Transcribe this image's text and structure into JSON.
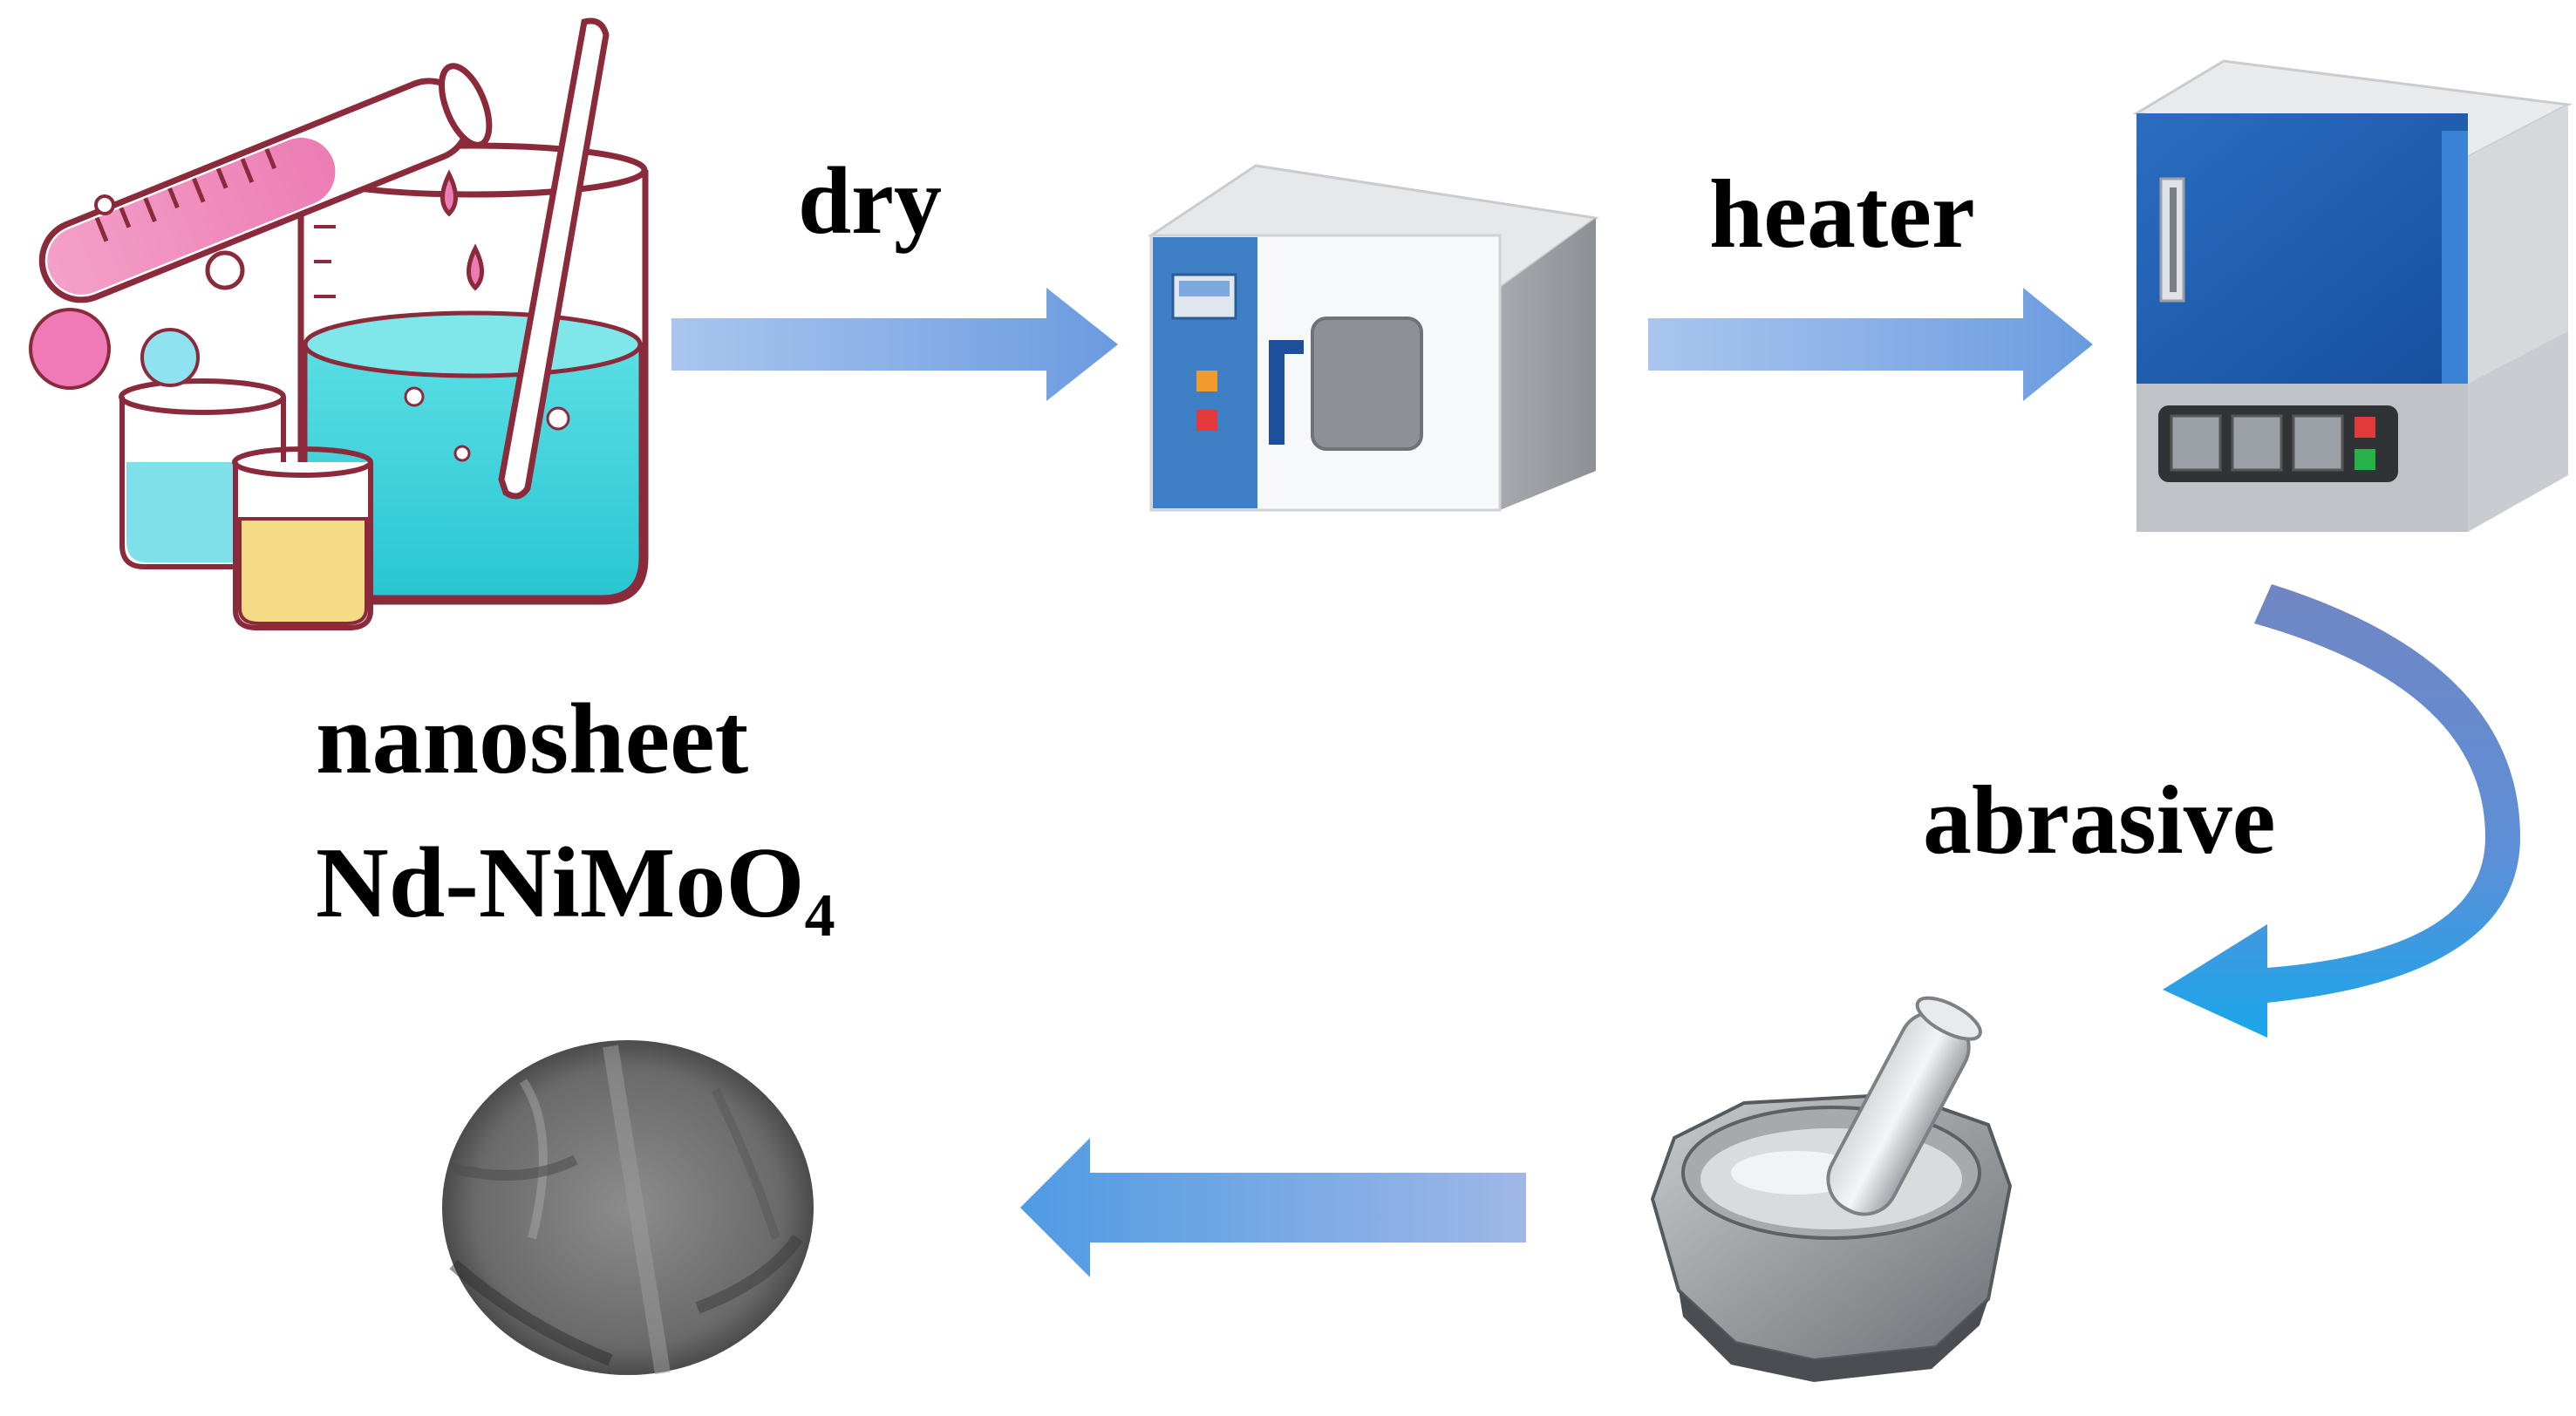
{
  "steps": {
    "dry": "dry",
    "heater": "heater",
    "abrasive": "abrasive"
  },
  "product": {
    "line1": "nanosheet",
    "line2_main": "Nd-NiMoO",
    "line2_sub": "4"
  },
  "colors": {
    "arrow_light": "#b9d0ef",
    "arrow_mid": "#7ea8e0",
    "arrow_dark": "#5b8fd8",
    "arrow_accent": "#2f9fe2",
    "curved_arrow_top": "#6f85c0",
    "curved_arrow_bottom": "#1fa7e8",
    "solution_cyan": "#3fd3dc",
    "solution_pink": "#f08fc0",
    "solution_yellow": "#f5db86",
    "glass_outline": "#8a2a3a",
    "oven_blue": "#3e7fc6",
    "furnace_blue": "#1d5fb4",
    "furnace_panel": "#9aa0a6"
  },
  "icons": [
    "beakers-illustration",
    "drying-oven-icon",
    "muffle-furnace-icon",
    "mortar-pestle-icon",
    "nanosheet-micrograph"
  ]
}
